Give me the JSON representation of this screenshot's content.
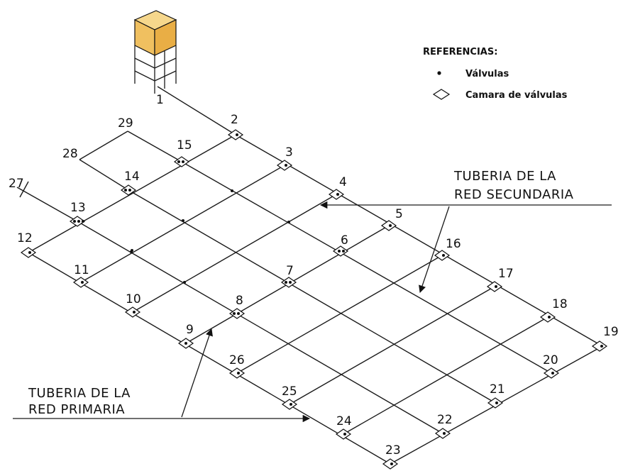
{
  "legend": {
    "title": "REFERENCIAS:",
    "valve_label": "Válvulas",
    "chamber_label": "Camara de válvulas"
  },
  "callouts": {
    "secondary_line1": "TUBERIA  DE LA",
    "secondary_line2": "RED SECUNDARIA",
    "primary_line1": "TUBERIA  DE LA",
    "primary_line2": "RED PRIMARIA"
  },
  "nodes": [
    "1",
    "2",
    "3",
    "4",
    "5",
    "6",
    "7",
    "8",
    "9",
    "10",
    "11",
    "12",
    "13",
    "14",
    "15",
    "16",
    "17",
    "18",
    "19",
    "20",
    "21",
    "22",
    "23",
    "24",
    "25",
    "26",
    "27",
    "28",
    "29"
  ],
  "colors": {
    "tank_top": "#f2c869",
    "tank_side": "#e8a83a",
    "line": "#1a1a1a"
  }
}
